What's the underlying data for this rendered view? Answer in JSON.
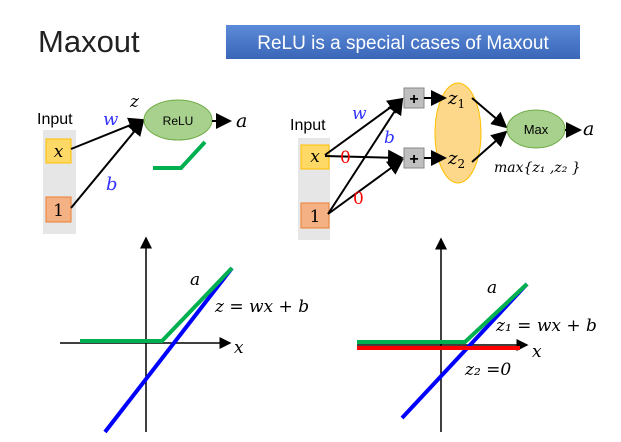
{
  "title": "Maxout",
  "banner": "ReLU is a special cases of Maxout",
  "colors": {
    "banner": "#4472c4",
    "green": "#00b050",
    "blue": "#0000ff",
    "red": "#ff0000",
    "weight_blue": "#3333ff"
  },
  "left_diagram": {
    "input_label": "Input",
    "x": "x",
    "one": "1",
    "w": "w",
    "b": "b",
    "z": "z",
    "node": "ReLU",
    "a": "a"
  },
  "right_diagram": {
    "input_label": "Input",
    "x": "x",
    "one": "1",
    "w": "w",
    "b": "b",
    "zero1": "0",
    "zero2": "0",
    "plus1": "+",
    "plus2": "+",
    "z1": "z",
    "z1_sub": "1",
    "z2": "z",
    "z2_sub": "2",
    "node": "Max",
    "a": "a",
    "max_expr": "max{z₁ ,z₂ }"
  },
  "left_plot": {
    "a": "a",
    "eq": "z = wx + b",
    "x": "x"
  },
  "right_plot": {
    "a": "a",
    "eq1": "z₁ = wx + b",
    "eq2": "z₂ =0",
    "x": "x"
  }
}
